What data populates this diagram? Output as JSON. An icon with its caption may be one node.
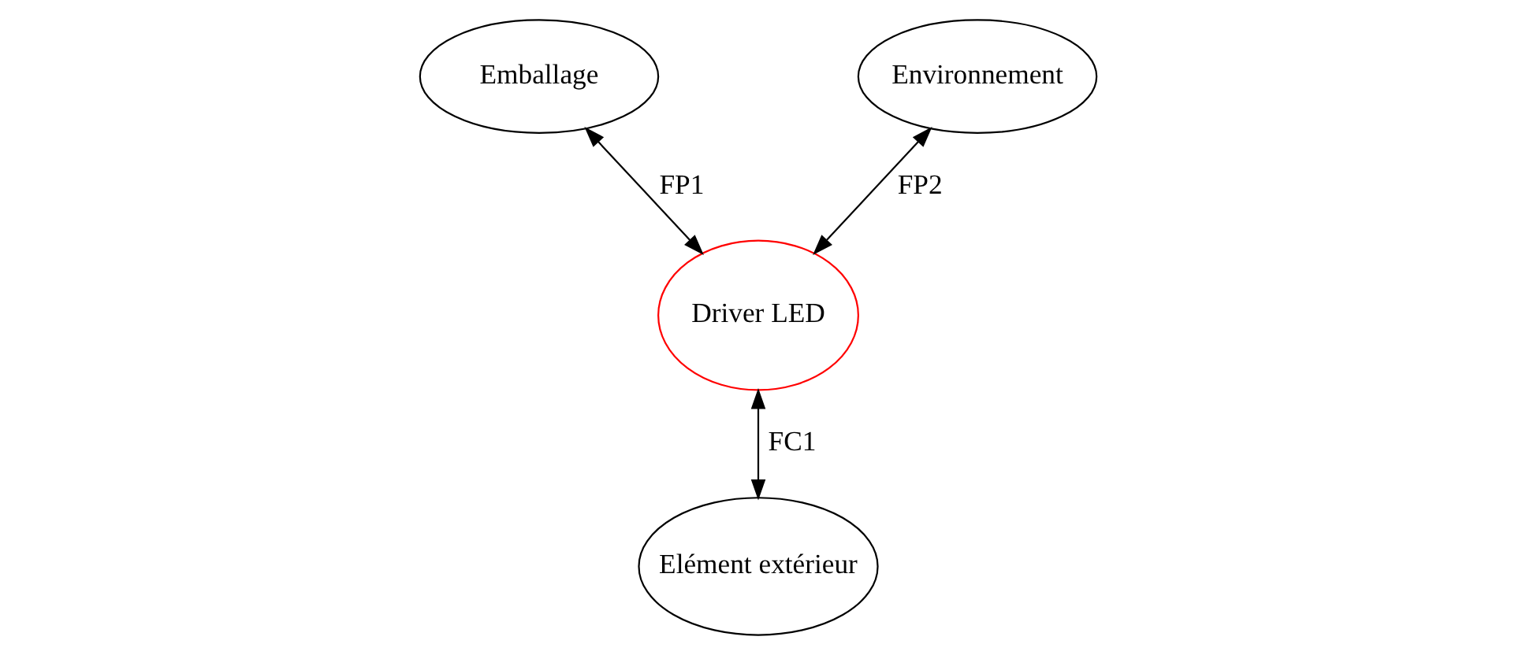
{
  "diagram": {
    "nodes": [
      {
        "text": [
          "Emballage"
        ]
      },
      {
        "text": [
          "Environnement"
        ]
      },
      {
        "text": [
          "Driver LED"
        ]
      },
      {
        "text": [
          "Elément extérieur"
        ]
      }
    ],
    "edges": [
      {
        "from": 0,
        "to": 2,
        "arrow": "both",
        "label": "FP1"
      },
      {
        "from": 1,
        "to": 2,
        "arrow": "both",
        "label": "FP2"
      },
      {
        "from": 2,
        "to": 3,
        "arrow": "both",
        "label": "FC1"
      }
    ]
  }
}
